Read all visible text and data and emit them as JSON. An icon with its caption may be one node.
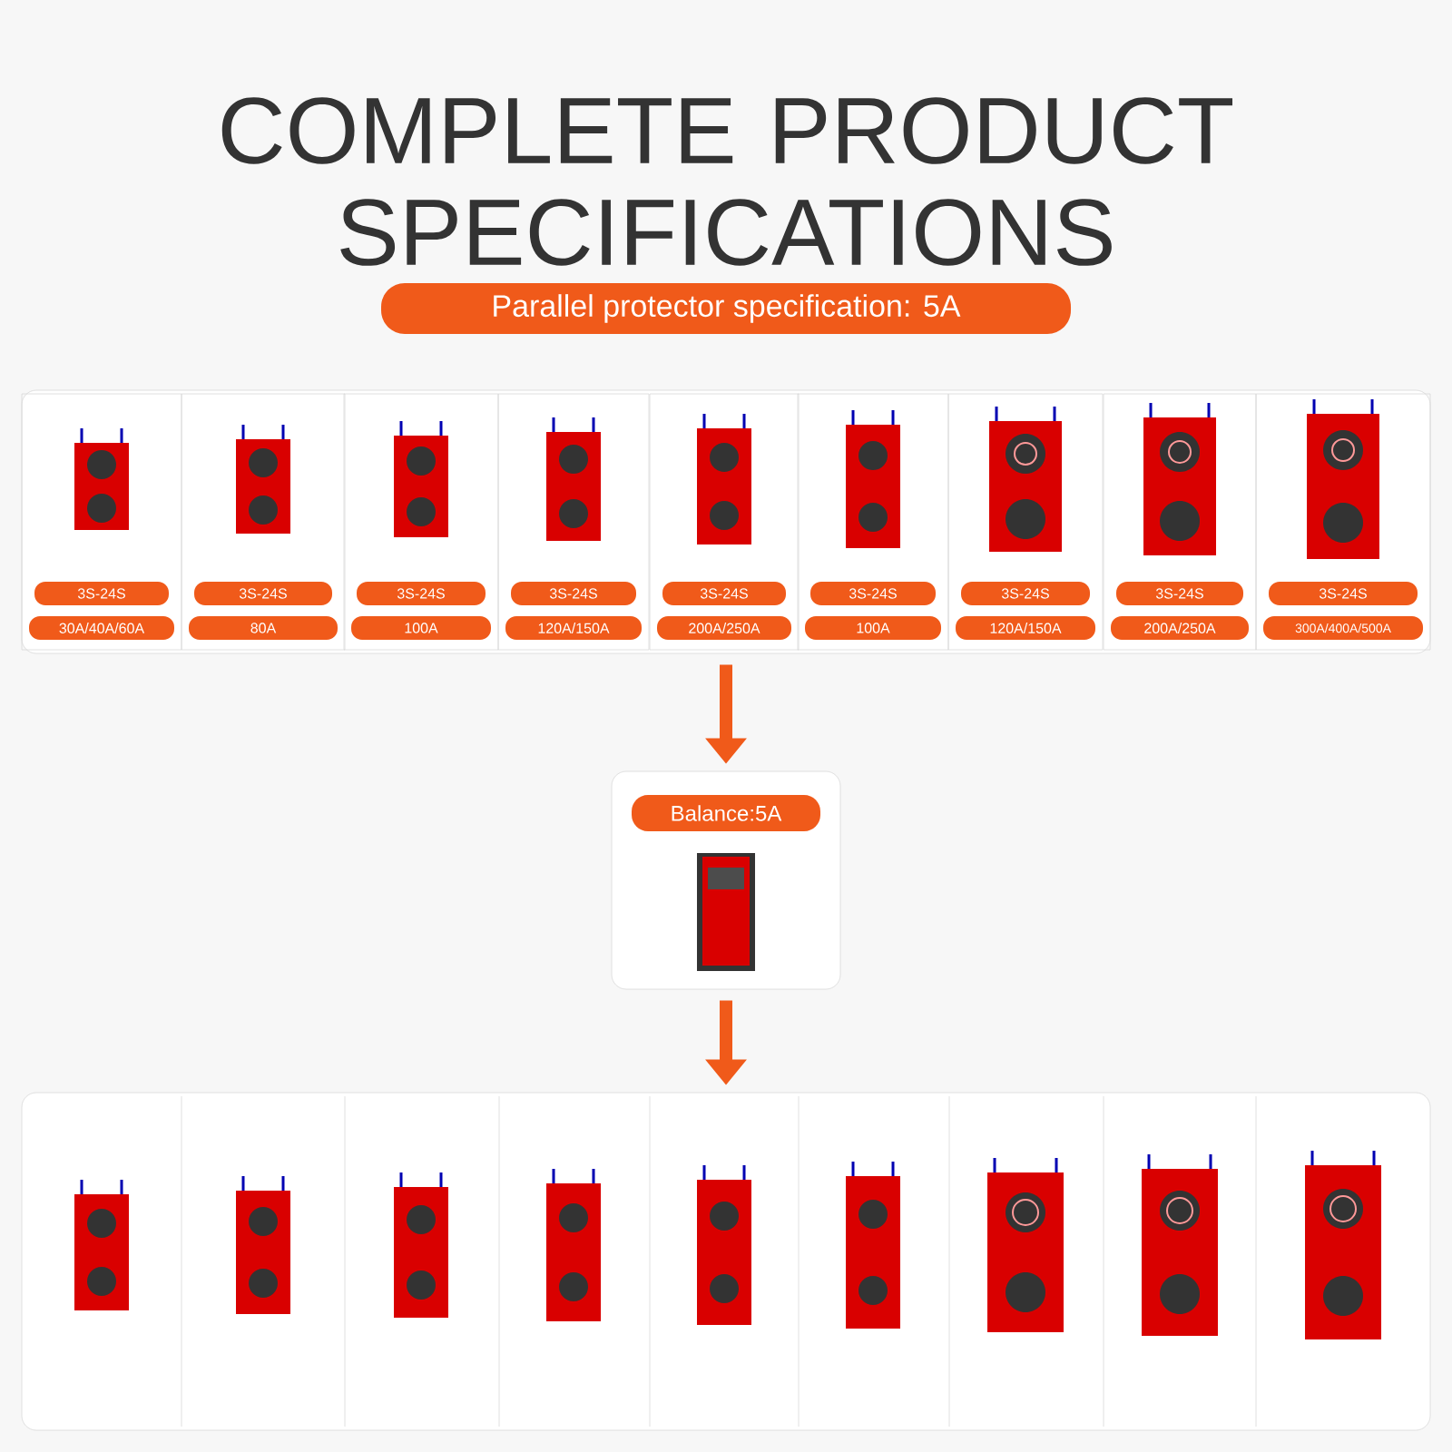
{
  "diagram": {
    "title": "COMPLETE PRODUCT SPECIFICATIONS",
    "nodes": [
      {
        "text": [],
        "shape": "box"
      },
      {
        "text": [
          "3S-24S",
          "30A/40A/60A"
        ],
        "in": 0
      },
      {
        "text": [
          "3S-24S",
          "80A"
        ],
        "in": 0
      },
      {
        "text": [
          "3S-24S",
          "100A"
        ],
        "in": 0
      },
      {
        "text": [
          "3S-24S",
          "120A/150A"
        ],
        "in": 0
      },
      {
        "text": [
          "3S-24S",
          "200A/250A"
        ],
        "in": 0
      },
      {
        "text": [
          "3S-24S",
          "100A"
        ],
        "in": 0
      },
      {
        "text": [
          "3S-24S",
          "120A/150A"
        ],
        "in": 0
      },
      {
        "text": [
          "3S-24S",
          "200A/250A"
        ],
        "in": 0
      },
      {
        "text": [
          "3S-24S",
          "300A/400A/500A"
        ],
        "in": 0
      },
      {
        "text": [
          "Balance:5A"
        ]
      },
      {
        "text": [],
        "shape": "box"
      },
      {
        "text": [],
        "shape": "picture",
        "in": 11
      },
      {
        "text": [],
        "shape": "picture",
        "in": 11
      },
      {
        "text": [],
        "shape": "picture",
        "in": 11
      },
      {
        "text": [],
        "shape": "picture",
        "in": 11
      },
      {
        "text": [],
        "shape": "picture",
        "in": 11
      },
      {
        "text": [],
        "shape": "picture",
        "in": 11
      },
      {
        "text": [],
        "shape": "picture",
        "in": 11
      },
      {
        "text": [],
        "shape": "picture",
        "in": 11
      },
      {
        "text": [],
        "shape": "picture",
        "in": 11
      }
    ],
    "edges": [
      {
        "from": 0,
        "to": 10,
        "arrow": "to"
      },
      {
        "from": 10,
        "to": 11,
        "arrow": "to"
      }
    ],
    "labels": [
      "Parallel protector specification: 5A"
    ]
  }
}
